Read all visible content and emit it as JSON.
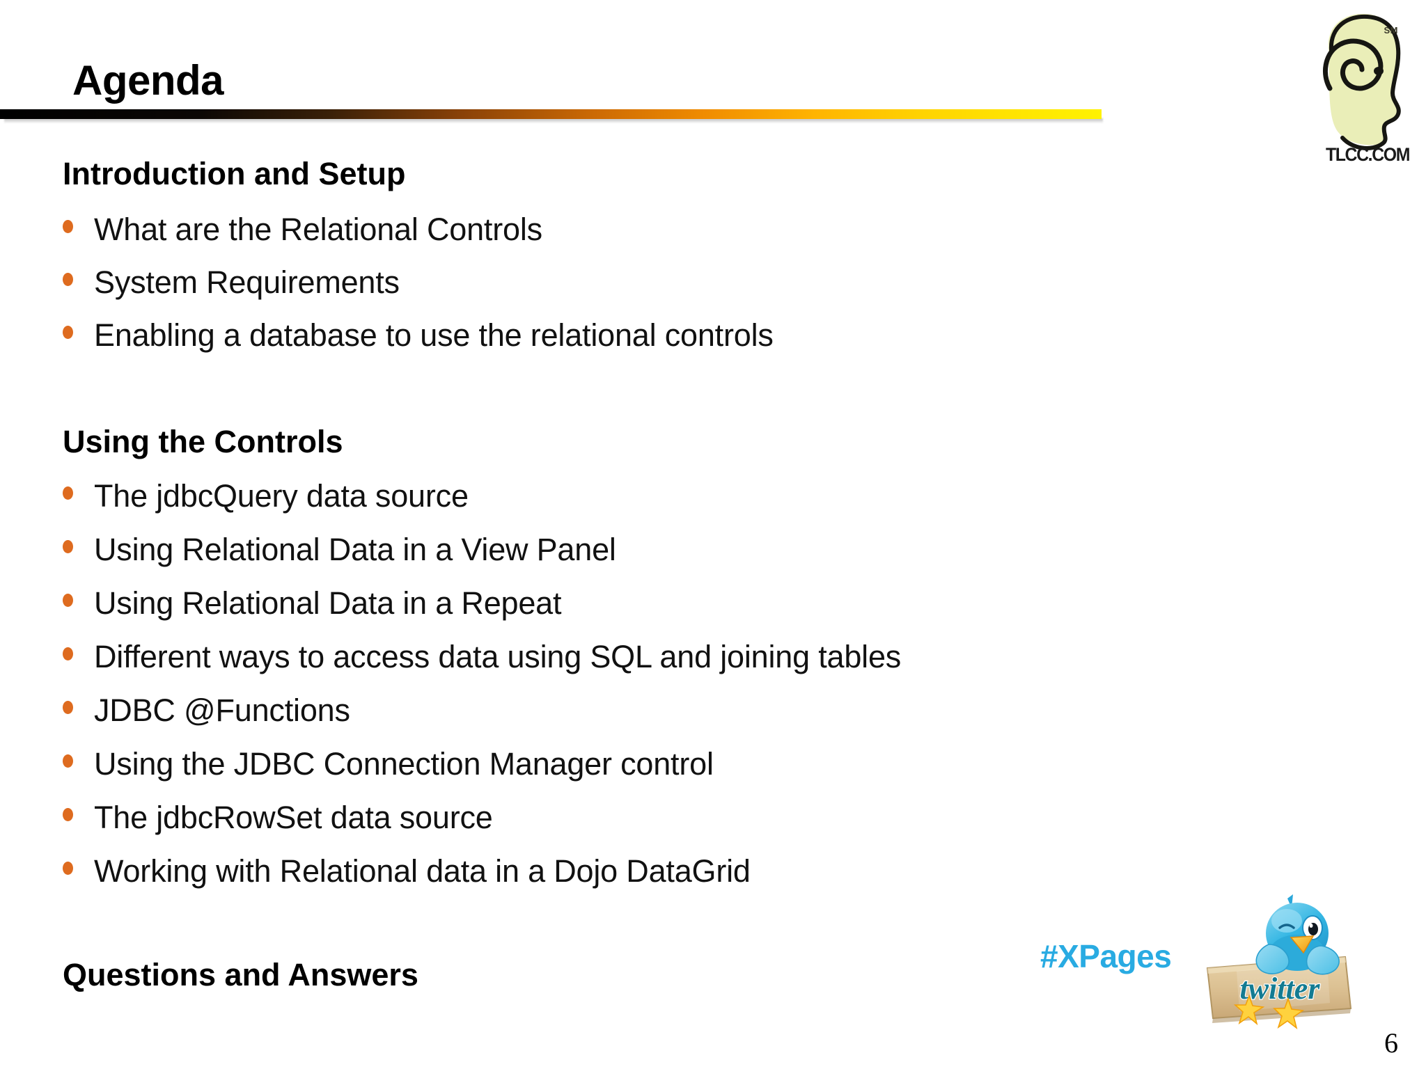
{
  "slide": {
    "title": "Agenda",
    "page_number": "6",
    "accent_bullet_color": "#DE6B1F",
    "rule_gradient_from": "#000000",
    "rule_gradient_to": "#FFF200"
  },
  "sections": [
    {
      "heading": "Introduction and Setup",
      "bullets": [
        "What are the Relational Controls",
        "System Requirements",
        "Enabling a database to use the relational controls"
      ]
    },
    {
      "heading": "Using the Controls",
      "bullets": [
        "The jdbcQuery data source",
        "Using Relational Data in a View Panel",
        "Using Relational Data in a Repeat",
        "Different ways to access data using SQL and joining tables",
        "JDBC @Functions",
        "Using the JDBC Connection Manager control",
        "The jdbcRowSet data source",
        "Working with Relational data in a Dojo DataGrid"
      ]
    },
    {
      "heading": "Questions and Answers",
      "bullets": []
    }
  ],
  "branding": {
    "logo_name": "tlcc-head-spiral-logo",
    "logo_wordmark": "TLCC.COM",
    "logo_superscript": "SM"
  },
  "social": {
    "hashtag": "#XPages",
    "hashtag_color": "#29ABE2",
    "twitter_wordmark": "twitter",
    "twitter_icon_name": "twitter-bird-on-sign"
  }
}
